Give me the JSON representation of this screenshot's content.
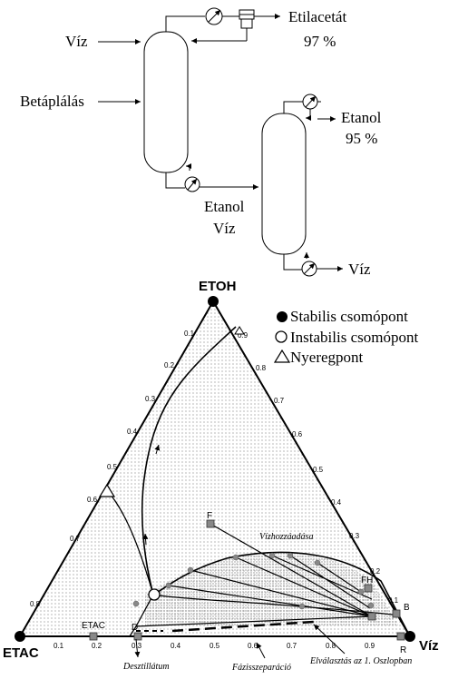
{
  "process": {
    "feed_label": "Betáplálás",
    "water_in_label": "Víz",
    "distillate_label": "Etilacetát",
    "distillate_purity": "97 %",
    "middle_label_1": "Etanol",
    "middle_label_2": "Víz",
    "ethanol_label": "Etanol",
    "ethanol_purity": "95 %",
    "water_out_label": "Víz"
  },
  "diagram": {
    "vertex_top": "ETOH",
    "vertex_left": "ETAC",
    "vertex_right": "Víz",
    "axis_ticks": [
      "0.1",
      "0.2",
      "0.3",
      "0.4",
      "0.5",
      "0.6",
      "0.7",
      "0.8",
      "0.9"
    ],
    "legend": [
      {
        "symbol": "filled-circle",
        "text": "Stabilis csomópont"
      },
      {
        "symbol": "open-circle",
        "text": "Instabilis csomópont"
      },
      {
        "symbol": "triangle",
        "text": "Nyeregpont"
      }
    ],
    "point_labels": {
      "F": "F",
      "FH": "FH",
      "B": "B",
      "R": "R",
      "D": "D",
      "ETAC": "ETAC"
    },
    "annotations": {
      "water_addition": "Vízhozzáadása",
      "distillate": "Desztillátum",
      "phase_separation": "Fázisszeparáció",
      "separation": "Elválasztás az 1. Oszlopban"
    }
  }
}
